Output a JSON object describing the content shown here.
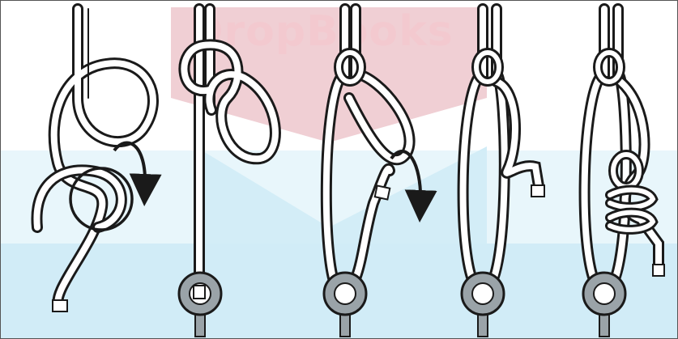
{
  "watermark": {
    "text": "DropBooks",
    "colors": {
      "banner": "#e3a7b1",
      "shield": "#bde4f4"
    }
  },
  "illustration": {
    "steps": [
      "step-1",
      "step-2",
      "step-3",
      "step-4",
      "step-5"
    ],
    "icons": [
      "rope",
      "direction-arrow",
      "eye-bolt"
    ],
    "colors": {
      "rope_outline": "#1a1a1a",
      "rope_fill": "#ffffff",
      "bolt": "#9aa3a8",
      "arrow": "#1a1a1a"
    }
  }
}
